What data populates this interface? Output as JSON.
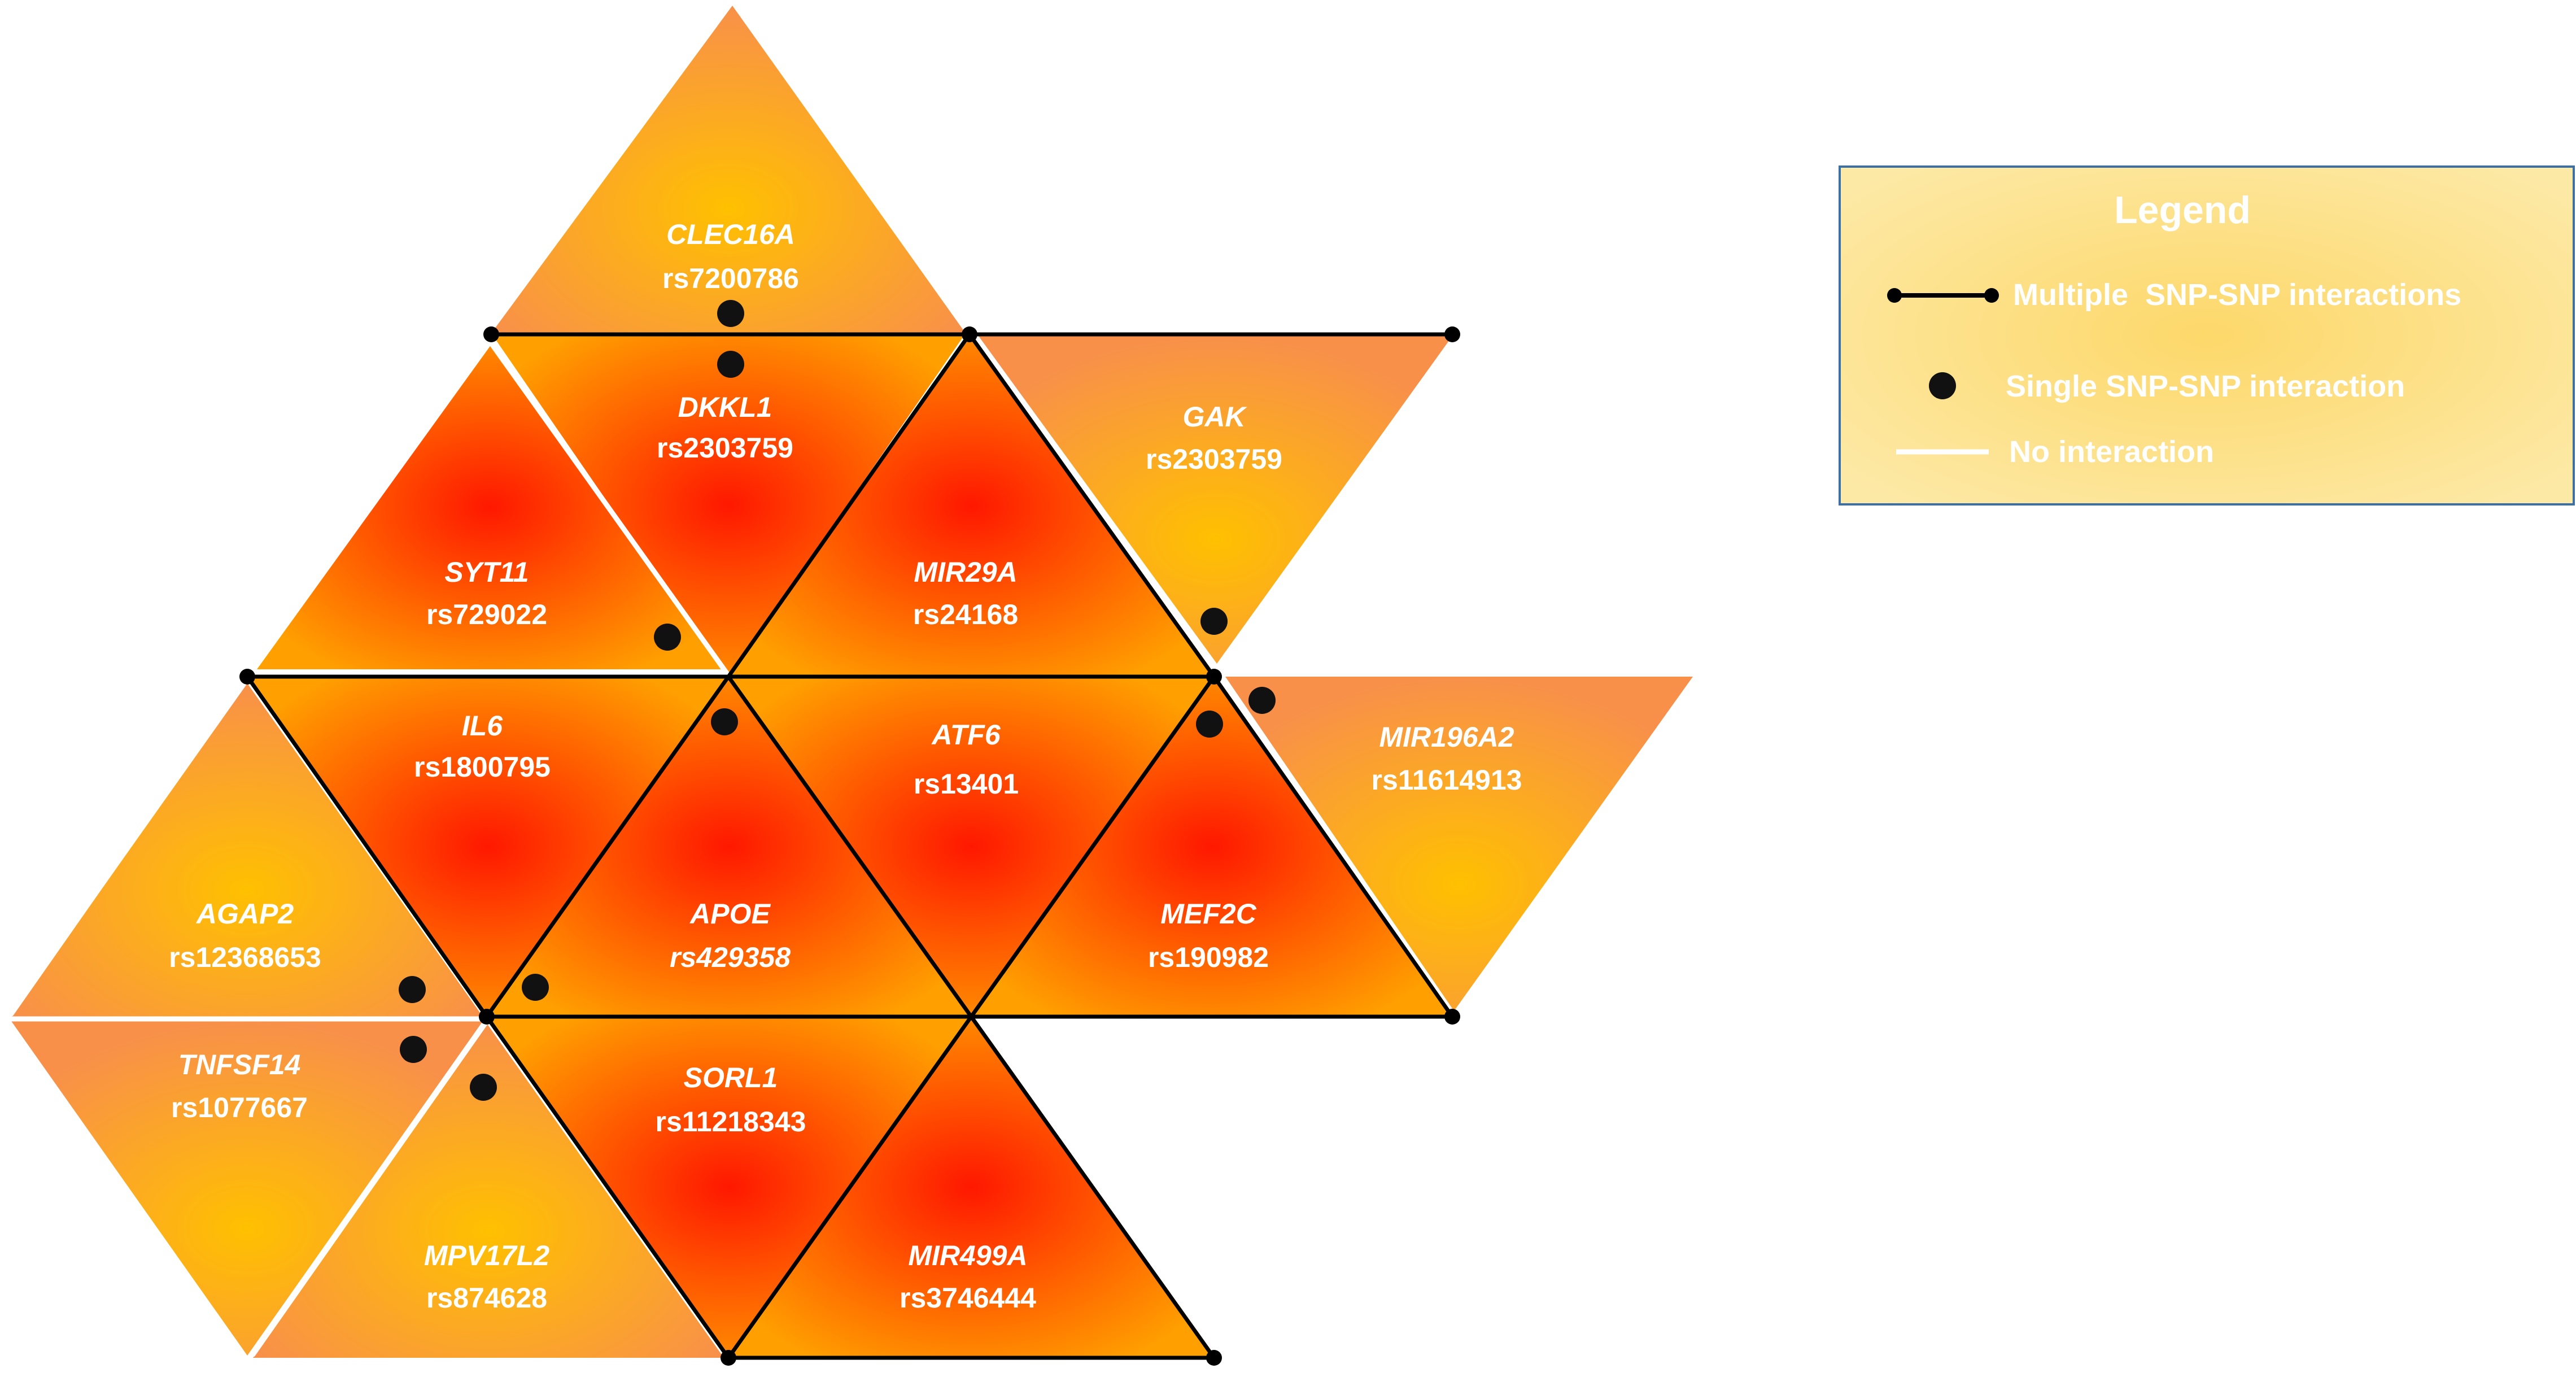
{
  "colors": {
    "hot_center": "#ff1800",
    "hot_edge": "#ffa000",
    "warm_center": "#ffc000",
    "warm_edge": "#f8904a",
    "interaction_line": "#000000",
    "no_interaction_line": "#ffffff",
    "legend_fill": "#fde9a6",
    "legend_border": "#3b6fa8"
  },
  "tiles": [
    {
      "id": "clec16a",
      "gene": "CLEC16A",
      "snp": "rs7200786",
      "tone": "warm"
    },
    {
      "id": "dkkl1",
      "gene": "DKKL1",
      "snp": "rs2303759",
      "tone": "hot"
    },
    {
      "id": "syt11",
      "gene": "SYT11",
      "snp": "rs729022",
      "tone": "hot"
    },
    {
      "id": "mir29a",
      "gene": "MIR29A",
      "snp": "rs24168",
      "tone": "hot"
    },
    {
      "id": "gak",
      "gene": "GAK",
      "snp": "rs2303759",
      "tone": "warm"
    },
    {
      "id": "il6",
      "gene": "IL6",
      "snp": "rs1800795",
      "tone": "hot"
    },
    {
      "id": "atf6",
      "gene": "ATF6",
      "snp": "rs13401",
      "tone": "hot"
    },
    {
      "id": "mir196a2",
      "gene": "MIR196A2",
      "snp": "rs11614913",
      "tone": "warm"
    },
    {
      "id": "agap2",
      "gene": "AGAP2",
      "snp": "rs12368653",
      "tone": "warm"
    },
    {
      "id": "apoe",
      "gene": "APOE",
      "snp": "rs429358",
      "tone": "hot"
    },
    {
      "id": "mef2c",
      "gene": "MEF2C",
      "snp": "rs190982",
      "tone": "hot"
    },
    {
      "id": "tnfsf14",
      "gene": "TNFSF14",
      "snp": "rs1077667",
      "tone": "warm"
    },
    {
      "id": "sorl1",
      "gene": "SORL1",
      "snp": "rs11218343",
      "tone": "hot"
    },
    {
      "id": "mpv17l2",
      "gene": "MPV17L2",
      "snp": "rs874628",
      "tone": "warm"
    },
    {
      "id": "mir499a",
      "gene": "MIR499A",
      "snp": "rs3746444",
      "tone": "hot"
    }
  ],
  "legend": {
    "title": "Legend",
    "items": [
      {
        "label": "Multiple  SNP-SNP interactions"
      },
      {
        "label": "Single SNP-SNP interaction"
      },
      {
        "label": "No interaction"
      }
    ]
  }
}
